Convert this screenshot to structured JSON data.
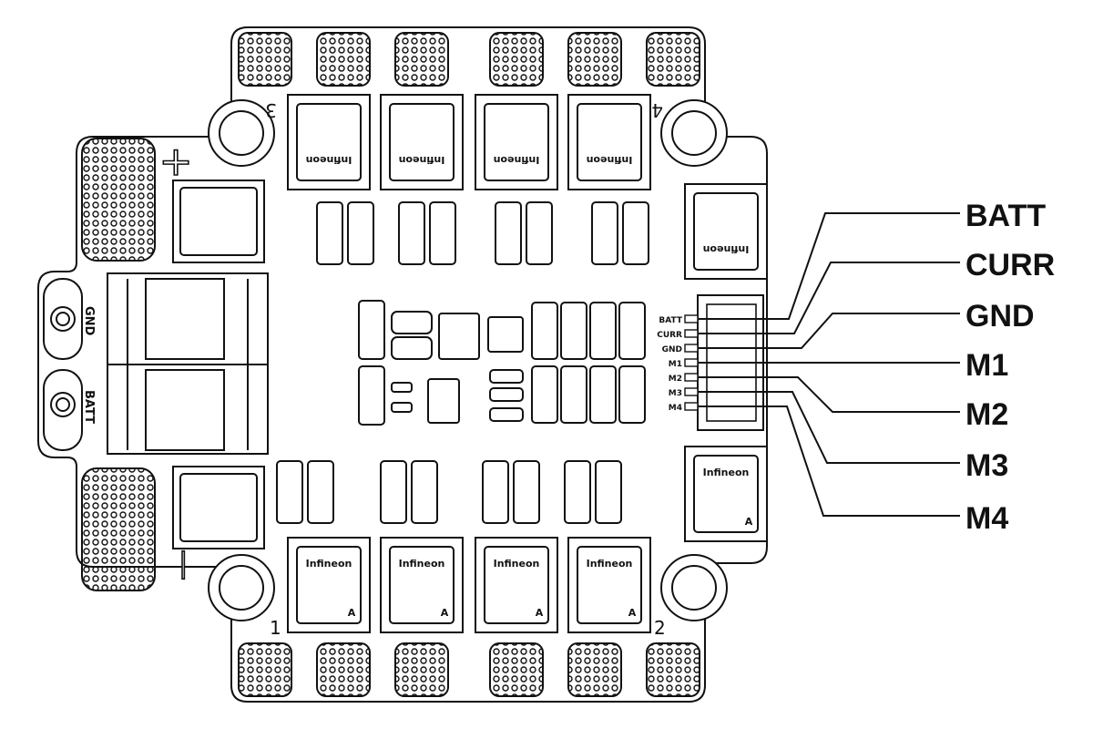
{
  "callouts": [
    "BATT",
    "CURR",
    "GND",
    "M1",
    "M2",
    "M3",
    "M4"
  ],
  "connector_pins": [
    "BATT",
    "CURR",
    "GND",
    "M1",
    "M2",
    "M3",
    "M4"
  ],
  "power_pads": {
    "gnd": "GND",
    "batt": "BATT",
    "plus": "+",
    "minus": "—"
  },
  "corner_numbers": {
    "top_left": "3",
    "top_right": "4",
    "bottom_left": "1",
    "bottom_right": "2"
  },
  "chip_brand": "Infineon",
  "chip_mark": "A",
  "colors": {
    "line": "#111111",
    "board": "#ffffff"
  }
}
